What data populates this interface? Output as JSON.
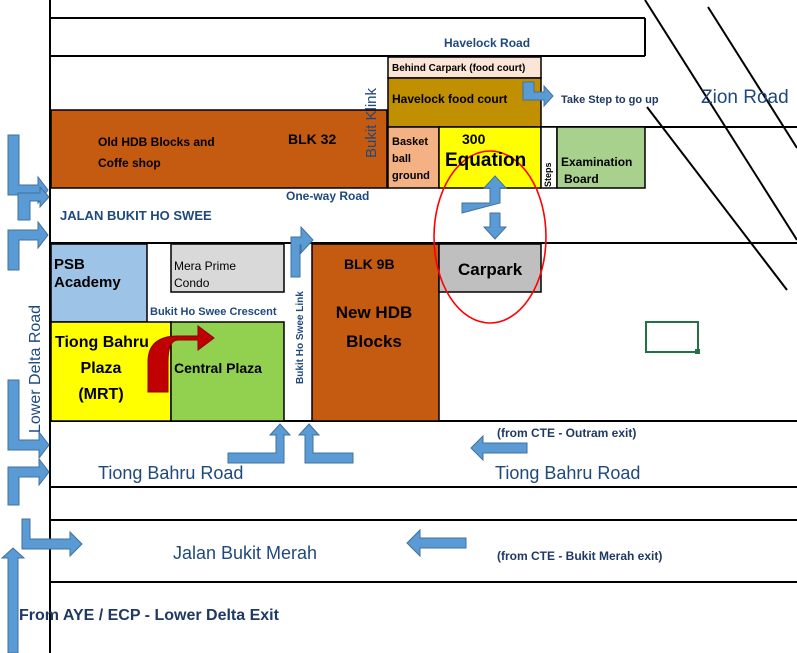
{
  "map": {
    "roads": {
      "havelock": "Havelock Road",
      "zion": "Zion Road",
      "jalan_bukit_ho_swee": "JALAN BUKIT HO SWEE",
      "one_way": "One-way Road",
      "bukit_klink": "Bukit Klink",
      "lower_delta": "Lower Delta Road",
      "bukit_ho_swee_crescent": "Bukit Ho Swee Crescent",
      "bukit_ho_swee_link": "Bukit Ho Swee Link",
      "tiong_bahru_road_left": "Tiong Bahru Road",
      "tiong_bahru_road_right": "Tiong Bahru Road",
      "jalan_bukit_merah": "Jalan Bukit Merah"
    },
    "notes": {
      "take_step": "Take Step to go up",
      "from_cte_outram": "(from CTE - Outram exit)",
      "from_cte_bukit_merah": "(from CTE - Bukit Merah exit)",
      "from_aye": "From AYE / ECP - Lower Delta Exit"
    },
    "places": {
      "behind_carpark": "Behind Carpark (food court)",
      "havelock_food_court": "Havelock food court",
      "basket": [
        "Basket",
        "ball",
        "ground"
      ],
      "equation_num": "300",
      "equation": "Equation",
      "steps": "Steps",
      "examination": [
        "Examination",
        "Board"
      ],
      "old_hdb": [
        "Old HDB Blocks and",
        "Coffe shop"
      ],
      "blk32": "BLK 32",
      "psb": [
        "PSB",
        "Academy"
      ],
      "mera_prime": [
        "Mera Prime",
        "Condo"
      ],
      "tiong_bahru_plaza": [
        "Tiong Bahru",
        "Plaza",
        "(MRT)"
      ],
      "central_plaza": "Central Plaza",
      "blk9b": "BLK 9B",
      "new_hdb": [
        "New HDB",
        "Blocks"
      ],
      "carpark": "Carpark"
    },
    "colors": {
      "old_hdb": "#c55a11",
      "psb": "#9dc3e6",
      "mera_prime": "#d9d9d9",
      "tiong_bahru_plaza": "#ffff00",
      "central_plaza": "#92d050",
      "new_hdb": "#c55a11",
      "carpark": "#bfbfbf",
      "behind_carpark": "#fbe5d6",
      "havelock_food_court": "#c09000",
      "basketball": "#f4b183",
      "equation": "#ffff00",
      "examination": "#a9d18e",
      "arrow_blue": "#5b9bd5",
      "arrow_red": "#c00000",
      "ellipse_red": "#ff0000",
      "selection": "#217346"
    }
  }
}
